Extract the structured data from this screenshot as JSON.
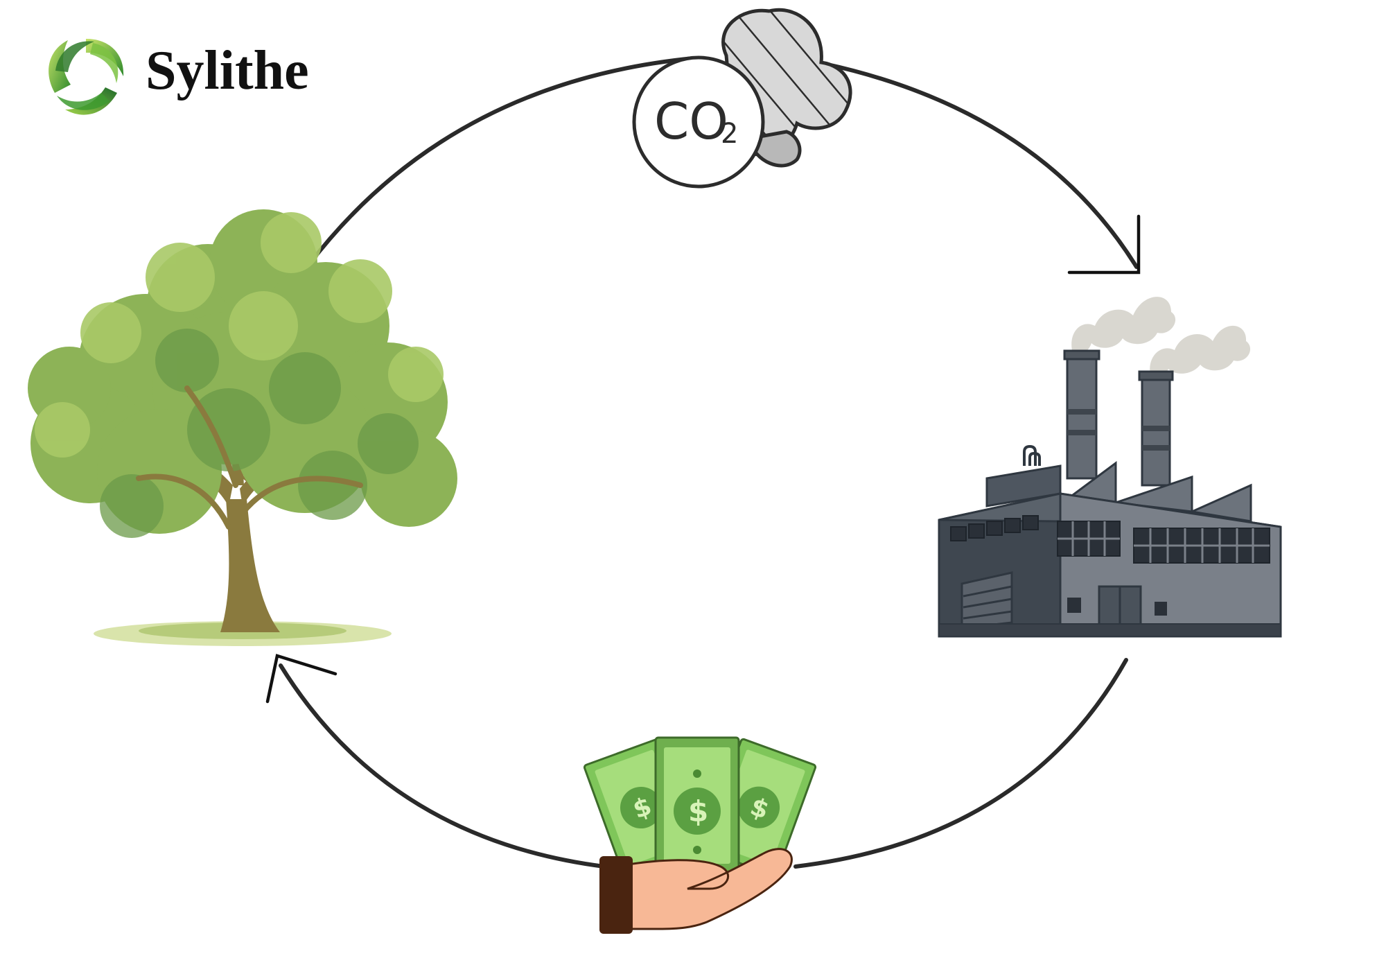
{
  "brand": {
    "name": "Sylithe",
    "logo_icon": "swirl-leaf-logo-icon"
  },
  "diagram": {
    "type": "cycle",
    "direction": "clockwise",
    "nodes": [
      {
        "id": "co2",
        "icon": "co2-cloud-icon",
        "label_main": "CO",
        "label_sub": "2"
      },
      {
        "id": "factory",
        "icon": "factory-icon"
      },
      {
        "id": "money",
        "icon": "hand-holding-money-icon"
      },
      {
        "id": "tree",
        "icon": "tree-icon"
      }
    ]
  },
  "colors": {
    "ring": "#2a2a2a",
    "logo_green": "#3d9a2f",
    "logo_light": "#a6d64a",
    "cash_green": "#7fc65a",
    "cash_dark": "#3d7a2a",
    "skin": "#f7b896",
    "cuff": "#4a2410",
    "factory": "#5b626b",
    "tree_leaf": "#8db357"
  }
}
